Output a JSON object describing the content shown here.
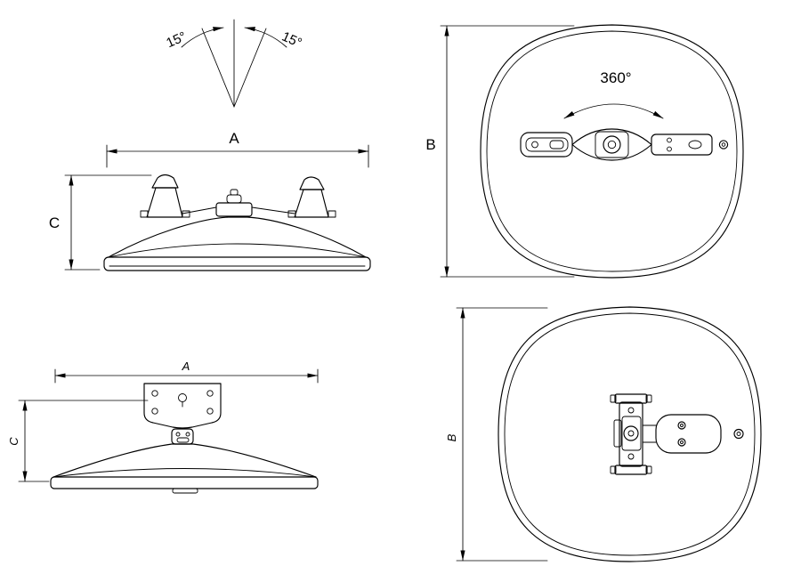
{
  "drawing": {
    "type": "technical-dimension-drawing",
    "views": {
      "front": {
        "width_label": "A",
        "height_label": "C",
        "tilt_left_label": "15°",
        "tilt_right_label": "15°"
      },
      "top": {
        "height_label": "B",
        "rotation_label": "360°"
      },
      "side": {
        "width_label": "A",
        "height_label": "C"
      },
      "top_rotated": {
        "height_label": "B"
      }
    },
    "colors": {
      "line": "#000000",
      "background": "#ffffff"
    }
  }
}
